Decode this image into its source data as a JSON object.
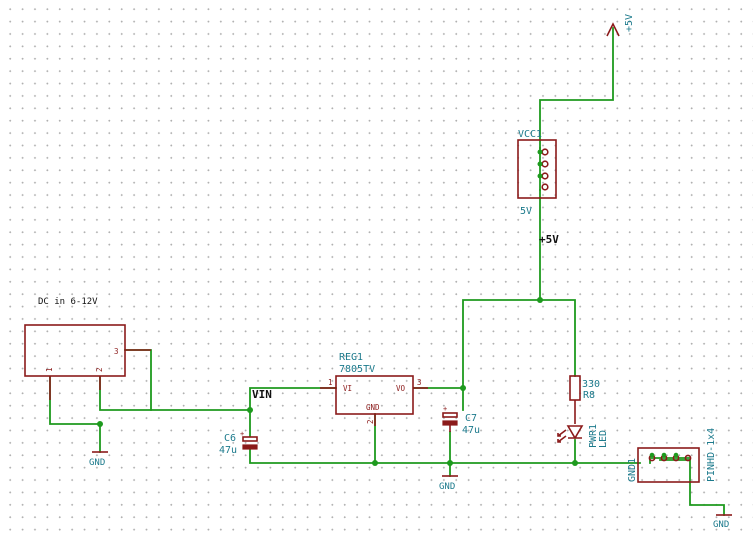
{
  "power": {
    "vcc_top": "+5V",
    "gnd": "GND"
  },
  "nets": {
    "vin": "VIN",
    "plus5v": "+5V"
  },
  "dc_jack": {
    "label": "DC in 6-12V",
    "pin1": "1",
    "pin2": "2",
    "pin3": "3"
  },
  "vcc1": {
    "ref": "VCC1",
    "value": "5V"
  },
  "reg1": {
    "ref": "REG1",
    "value": "7805TV",
    "pin_vi": "VI",
    "pin_vo": "VO",
    "pin_gnd": "GND",
    "pin1": "1",
    "pin2": "2",
    "pin3": "3"
  },
  "c6": {
    "ref": "C6",
    "value": "47u"
  },
  "c7": {
    "ref": "C7",
    "value": "47u"
  },
  "r8": {
    "ref": "R8",
    "value": "330"
  },
  "pwr1": {
    "ref": "PWR1",
    "value": "LED"
  },
  "gnd1": {
    "ref": "GND1",
    "value": "PINHD-1x4"
  },
  "colors": {
    "wire": "#1e9a1e",
    "part": "#8b1a1a",
    "reference": "#1c7a8c",
    "net_label": "#111111"
  }
}
